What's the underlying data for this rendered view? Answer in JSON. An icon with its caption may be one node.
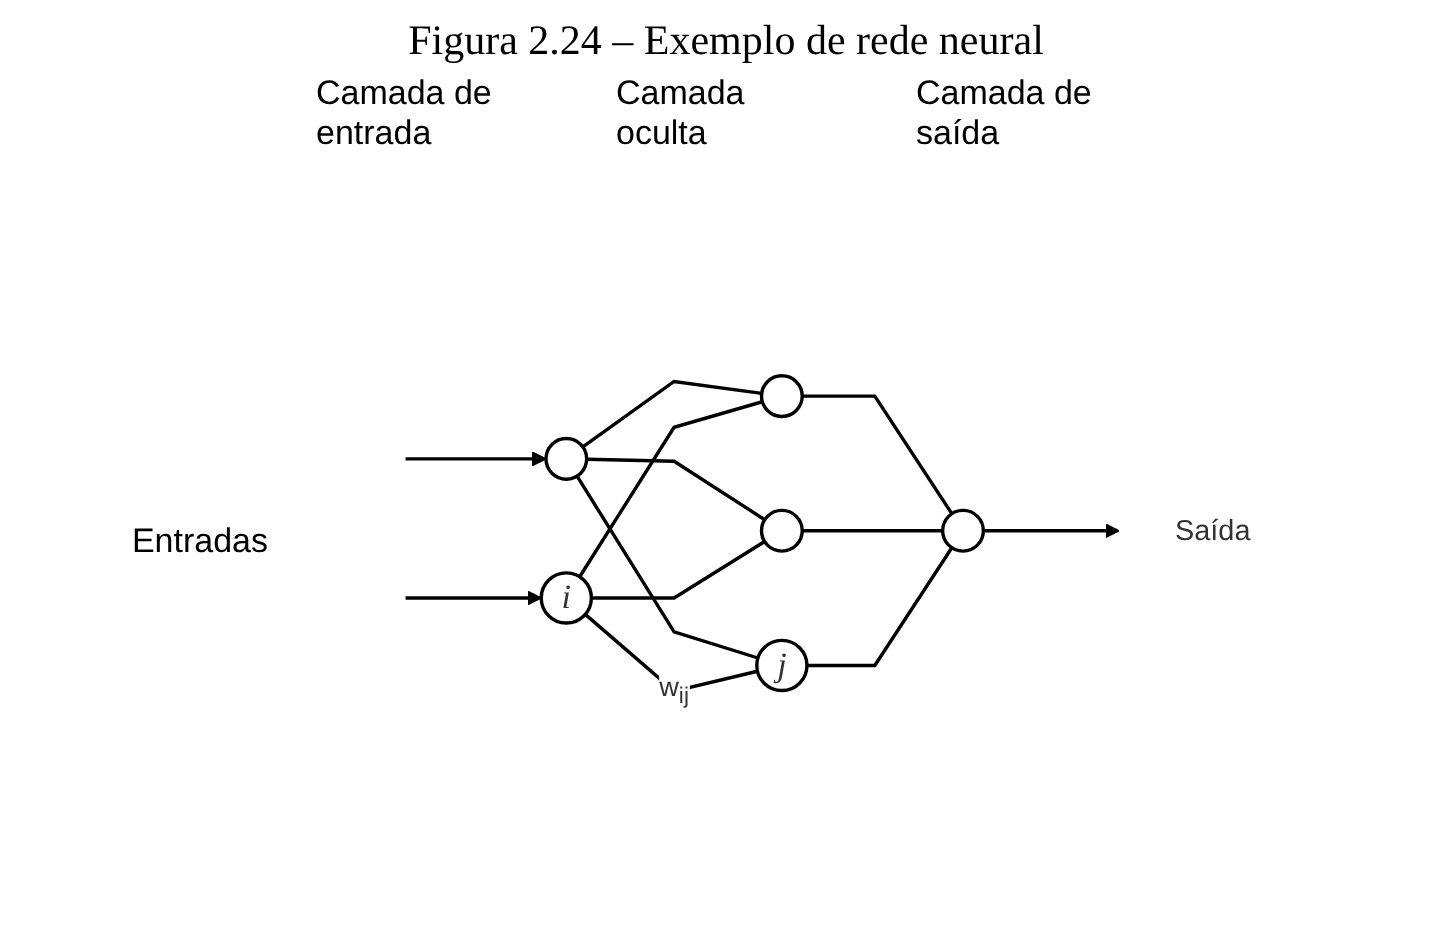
{
  "diagram": {
    "title": "Figura 2.24 – Exemplo de rede neural",
    "nodes": [
      {
        "text": [],
        "shape": "circle"
      },
      {
        "text": [
          "i"
        ]
      },
      {
        "text": [],
        "shape": "circle"
      },
      {
        "text": [],
        "shape": "circle"
      },
      {
        "text": [
          "j"
        ]
      },
      {
        "text": [],
        "shape": "circle"
      },
      {
        "text": [
          "Saída"
        ]
      }
    ],
    "edges": [
      {
        "from": null,
        "to": 0,
        "arrow": "to"
      },
      {
        "from": null,
        "to": 1,
        "arrow": "to"
      },
      {
        "from": 0,
        "to": 2,
        "arrow": "none"
      },
      {
        "from": 0,
        "to": 3,
        "arrow": "none"
      },
      {
        "from": 0,
        "to": 4,
        "arrow": "none"
      },
      {
        "from": 1,
        "to": 2,
        "arrow": "none"
      },
      {
        "from": 1,
        "to": 3,
        "arrow": "none"
      },
      {
        "from": 1,
        "to": 4,
        "arrow": "none",
        "label": "w$_{ij}$"
      },
      {
        "from": 2,
        "to": 5,
        "arrow": "none"
      },
      {
        "from": 3,
        "to": 5,
        "arrow": "none"
      },
      {
        "from": 4,
        "to": 5,
        "arrow": "none"
      },
      {
        "from": 5,
        "to": 6,
        "arrow": "to"
      }
    ],
    "labels": [
      "Camada de entrada",
      "Camada oculta",
      "Camada de saída",
      "Entradas"
    ]
  }
}
